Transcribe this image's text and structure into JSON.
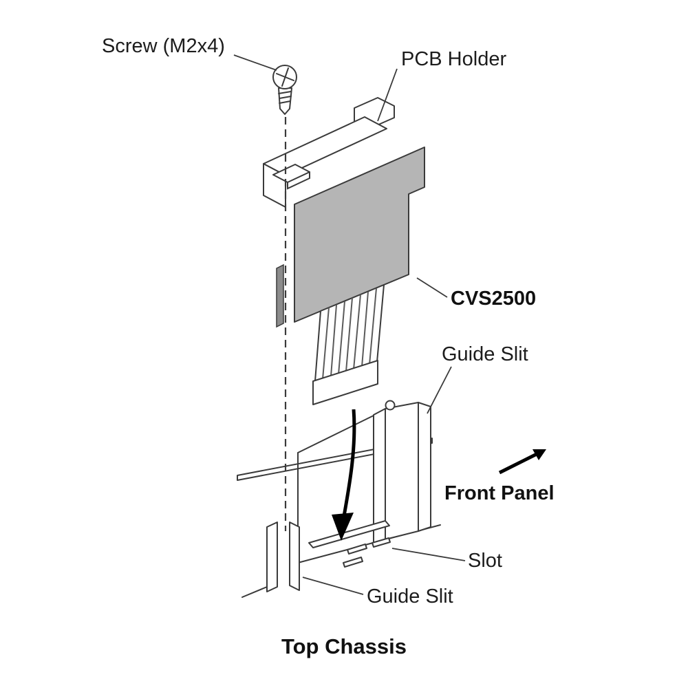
{
  "diagram": {
    "type": "exploded-assembly-diagram",
    "title": "Top Chassis",
    "labels": {
      "screw": "Screw (M2x4)",
      "pcb_holder": "PCB Holder",
      "board": "CVS2500",
      "guide_slit_upper": "Guide Slit",
      "front_panel": "Front Panel",
      "slot": "Slot",
      "guide_slit_lower": "Guide Slit"
    },
    "colors": {
      "line": "#3a3a3a",
      "pcb_fill": "#b5b5b5",
      "connector_strip": "#8c8c8c",
      "arrow": "#000000",
      "text": "#1c1c1c",
      "background": "#ffffff"
    }
  }
}
